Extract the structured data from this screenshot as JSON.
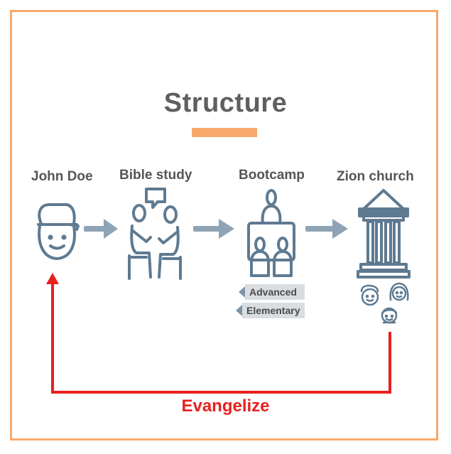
{
  "title": "Structure",
  "stages": [
    {
      "label": "John Doe",
      "icon": "person-cap-icon"
    },
    {
      "label": "Bible study",
      "icon": "bible-study-icon"
    },
    {
      "label": "Bootcamp",
      "icon": "bootcamp-icon"
    },
    {
      "label": "Zion church",
      "icon": "church-icon"
    }
  ],
  "bootcamp_levels": [
    "Advanced",
    "Elementary"
  ],
  "return_label": "Evangelize",
  "colors": {
    "frame": "#f7a96c",
    "accent": "#f7a96c",
    "icon": "#5e7a91",
    "arrow": "#8ea3b5",
    "return_arrow": "#e8201f",
    "text": "#555555"
  }
}
